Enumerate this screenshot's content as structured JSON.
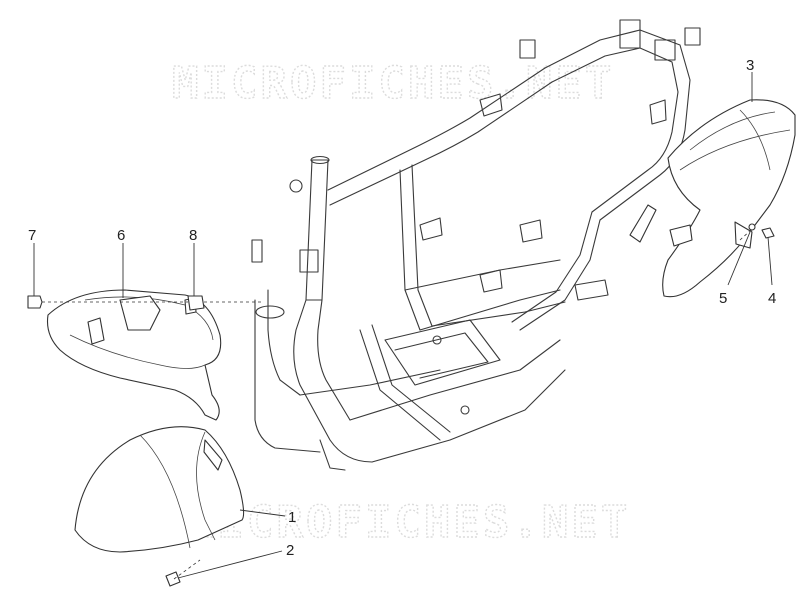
{
  "watermarks": [
    "MICROFICHES.NET",
    "MICROFICHES.NET"
  ],
  "callouts": [
    {
      "label": "1",
      "part": "front mudguard"
    },
    {
      "label": "2",
      "part": "screw"
    },
    {
      "label": "3",
      "part": "rear mudguard"
    },
    {
      "label": "4",
      "part": "screw"
    },
    {
      "label": "5",
      "part": "washer"
    },
    {
      "label": "6",
      "part": "mudguard inner cover"
    },
    {
      "label": "7",
      "part": "screw"
    },
    {
      "label": "8",
      "part": "clip nut"
    }
  ]
}
